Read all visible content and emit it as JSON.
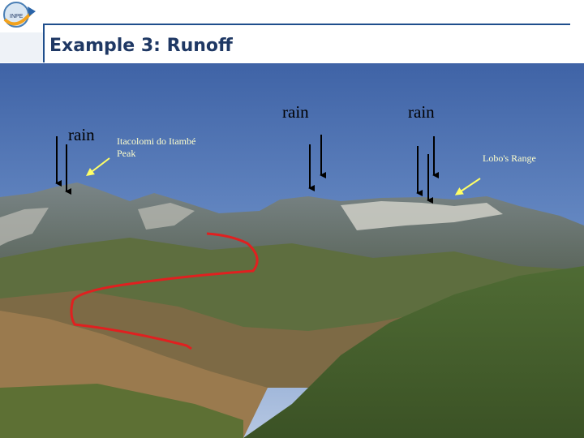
{
  "slide": {
    "title": "Example 3: Runoff"
  },
  "labels": {
    "rain_left": "rain",
    "rain_center": "rain",
    "rain_right": "rain",
    "peak_line1": "Itacolomi do Itambé",
    "peak_line2": "Peak",
    "range": "Lobo's Range"
  },
  "logo": {
    "text": "INPE"
  },
  "icons": {
    "arrow": "down-arrow-icon",
    "pointer": "pointer-arrow-icon"
  },
  "colors": {
    "title": "#1f3864",
    "rule": "#1f4e8c",
    "runoff_path": "#e02020",
    "annotation": "#ffff66"
  }
}
